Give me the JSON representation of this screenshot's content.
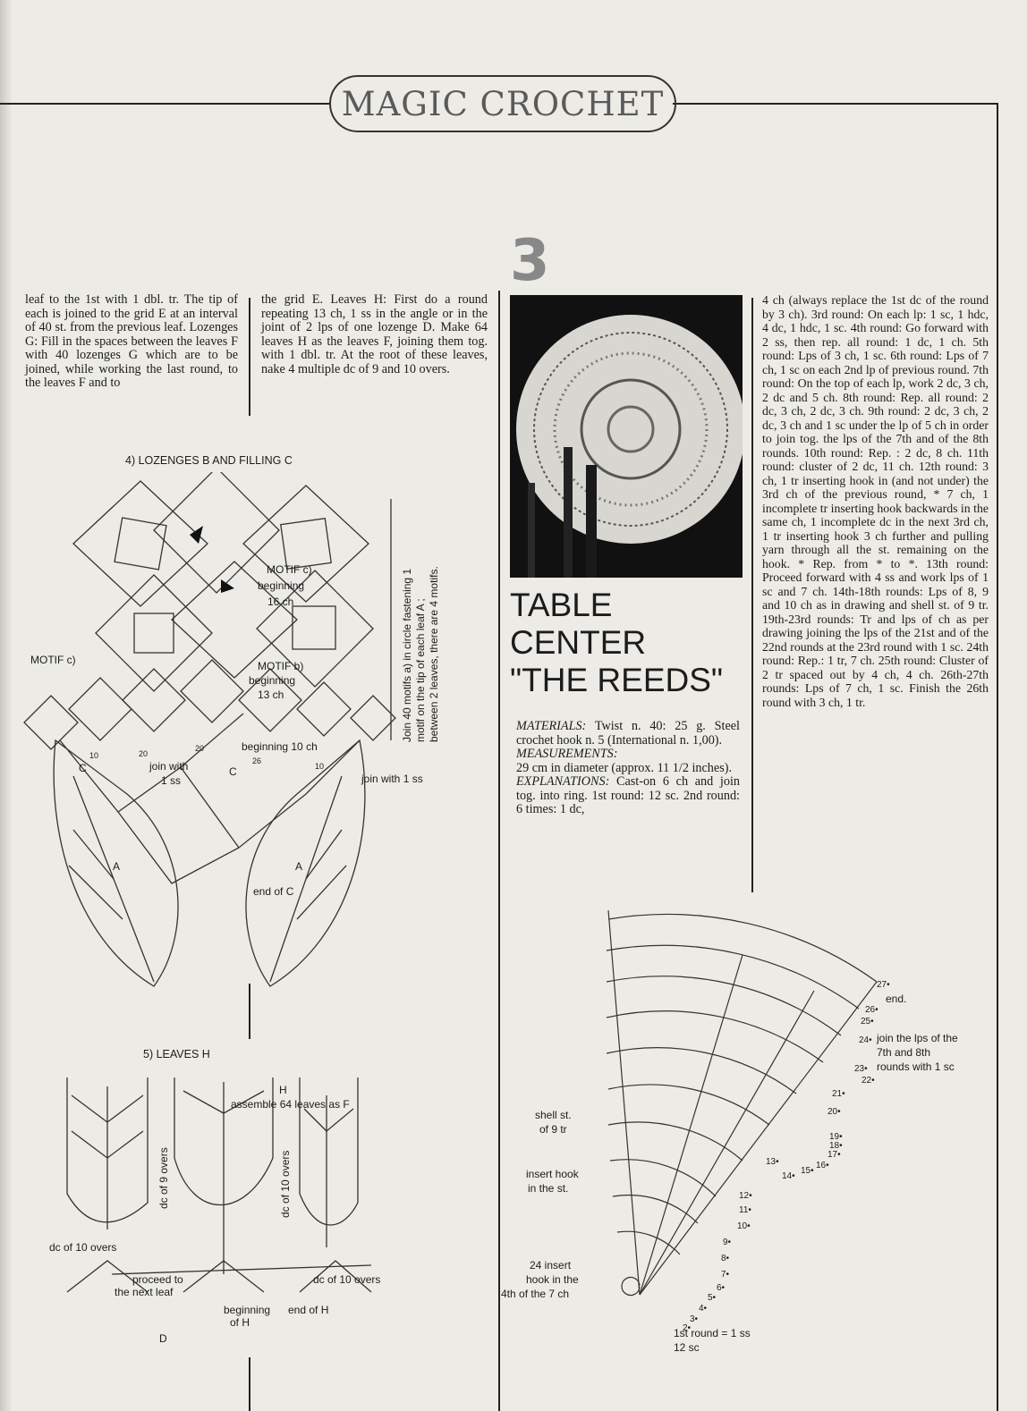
{
  "header": {
    "title": "MAGIC CROCHET"
  },
  "pattern_number": "3",
  "left": {
    "col1": "leaf to the 1st with 1 dbl. tr. The tip of each is joined to the grid E at an interval of 40 st. from the previous leaf. Lozenges G: Fill in the spaces between the leaves F with 40 lozenges G which are to be joined, while working the last round, to the leaves F and to",
    "col2": "the grid E. Leaves H: First do a round repeating 13 ch, 1 ss in the angle or in the joint of 2 lps of one lozenge D. Make 64 leaves H as the leaves F, joining them tog. with 1 dbl. tr. At the root of these leaves, nake 4 multiple dc of 9 and 10 overs."
  },
  "figure4": {
    "title": "4) LOZENGES B AND FILLING C",
    "motif_c_side": "MOTIF c)",
    "motif_c": "MOTIF c)",
    "beginning_16": "beginning",
    "ch16": "16 ch",
    "motif_b": "MOTIF b)",
    "beginning_13": "beginning",
    "ch13": "13 ch",
    "beginning_10": "beginning 10 ch",
    "join_with": "join with",
    "one_ss": "1 ss",
    "join_with_1ss": "join with 1 ss",
    "end_of_c": "end of C",
    "a": "A",
    "c": "C",
    "n10": "10",
    "n20": "20",
    "n26": "26",
    "vertical_note_1": "Join 40 motifs a) in circle fastening 1",
    "vertical_note_2": "motif on the tip of each leaf A ;",
    "vertical_note_3": "between 2 leaves, there are 4 motifs."
  },
  "figure5": {
    "title": "5) LEAVES H",
    "h": "H",
    "assemble": "assemble 64 leaves as F",
    "dc9": "dc of 9 overs",
    "dc10_vertical": "dc of 10 overs",
    "dc10_left": "dc of 10 overs",
    "dc10_right": "dc of 10 overs",
    "proceed_1": "proceed to",
    "proceed_2": "the next leaf",
    "beginning_h_1": "beginning",
    "beginning_h_2": "of H",
    "end_of_h": "end of H",
    "d": "D"
  },
  "right": {
    "title_lines": [
      "TABLE",
      "CENTER",
      "\"THE REEDS\""
    ],
    "materials_label": "MATERIALS:",
    "materials": "Twist n. 40: 25 g. Steel crochet hook n. 5 (International n. 1,00).",
    "measurements_label": "MEASUREMENTS:",
    "measurements": "29 cm in diameter (approx. 11 1/2 inches).",
    "explanations_label": "EXPLANATIONS:",
    "explanations": "Cast-on 6 ch and join tog. into ring. 1st round: 12 sc. 2nd round: 6 times: 1 dc,",
    "col4": "4 ch (always replace the 1st dc of the round by 3 ch). 3rd round: On each lp: 1 sc, 1 hdc, 4 dc, 1 hdc, 1 sc. 4th round: Go forward with 2 ss, then rep. all round: 1 dc, 1 ch. 5th round: Lps of 3 ch, 1 sc. 6th round: Lps of 7 ch, 1 sc on each 2nd lp of previous round. 7th round: On the top of each lp, work 2 dc, 3 ch, 2 dc and 5 ch. 8th round: Rep. all round: 2 dc, 3 ch, 2 dc, 3 ch. 9th round: 2 dc, 3 ch, 2 dc, 3 ch and 1 sc under the lp of 5 ch in order to join tog. the lps of the 7th and of the 8th rounds. 10th round: Rep. : 2 dc, 8 ch. 11th round: cluster of 2 dc, 11 ch. 12th round: 3 ch, 1 tr inserting hook in (and not under) the 3rd ch of the previous round, * 7 ch, 1 incomplete tr inserting hook backwards in the same ch, 1 incomplete dc in the next 3rd ch, 1 tr inserting hook 3 ch further and pulling yarn through all the st. remaining on the hook. * Rep. from * to *. 13th round: Proceed forward with 4 ss and work lps of 1 sc and 7 ch. 14th-18th rounds: Lps of 8, 9 and 10 ch as in drawing and shell st. of 9 tr. 19th-23rd rounds: Tr and lps of ch as per drawing joining the lps of the 21st and of the 22nd rounds at the 23rd round with 1 sc. 24th round: Rep.: 1 tr, 7 ch. 25th round: Cluster of 2 tr spaced out by 4 ch, 4 ch. 26th-27th rounds: Lps of 7 ch, 1 sc. Finish the 26th round with 3 ch, 1 tr."
  },
  "figure6": {
    "end": "end.",
    "join_lps": [
      "join the lps of the",
      "7th and 8th",
      "rounds with 1 sc"
    ],
    "shell": [
      "shell st.",
      "of 9 tr"
    ],
    "insert_hook": [
      "insert hook",
      "in the st."
    ],
    "insert_24": [
      "24 insert",
      "hook in the",
      "4th of the 7 ch"
    ],
    "first_round": [
      "1st round = 1 ss",
      "12 sc"
    ],
    "rounds": [
      "27",
      "26",
      "25",
      "24",
      "23",
      "22",
      "21",
      "20",
      "19",
      "18",
      "17",
      "16",
      "15",
      "14",
      "13",
      "12",
      "11",
      "10",
      "9",
      "8",
      "7",
      "6",
      "5",
      "4",
      "3",
      "2"
    ]
  }
}
